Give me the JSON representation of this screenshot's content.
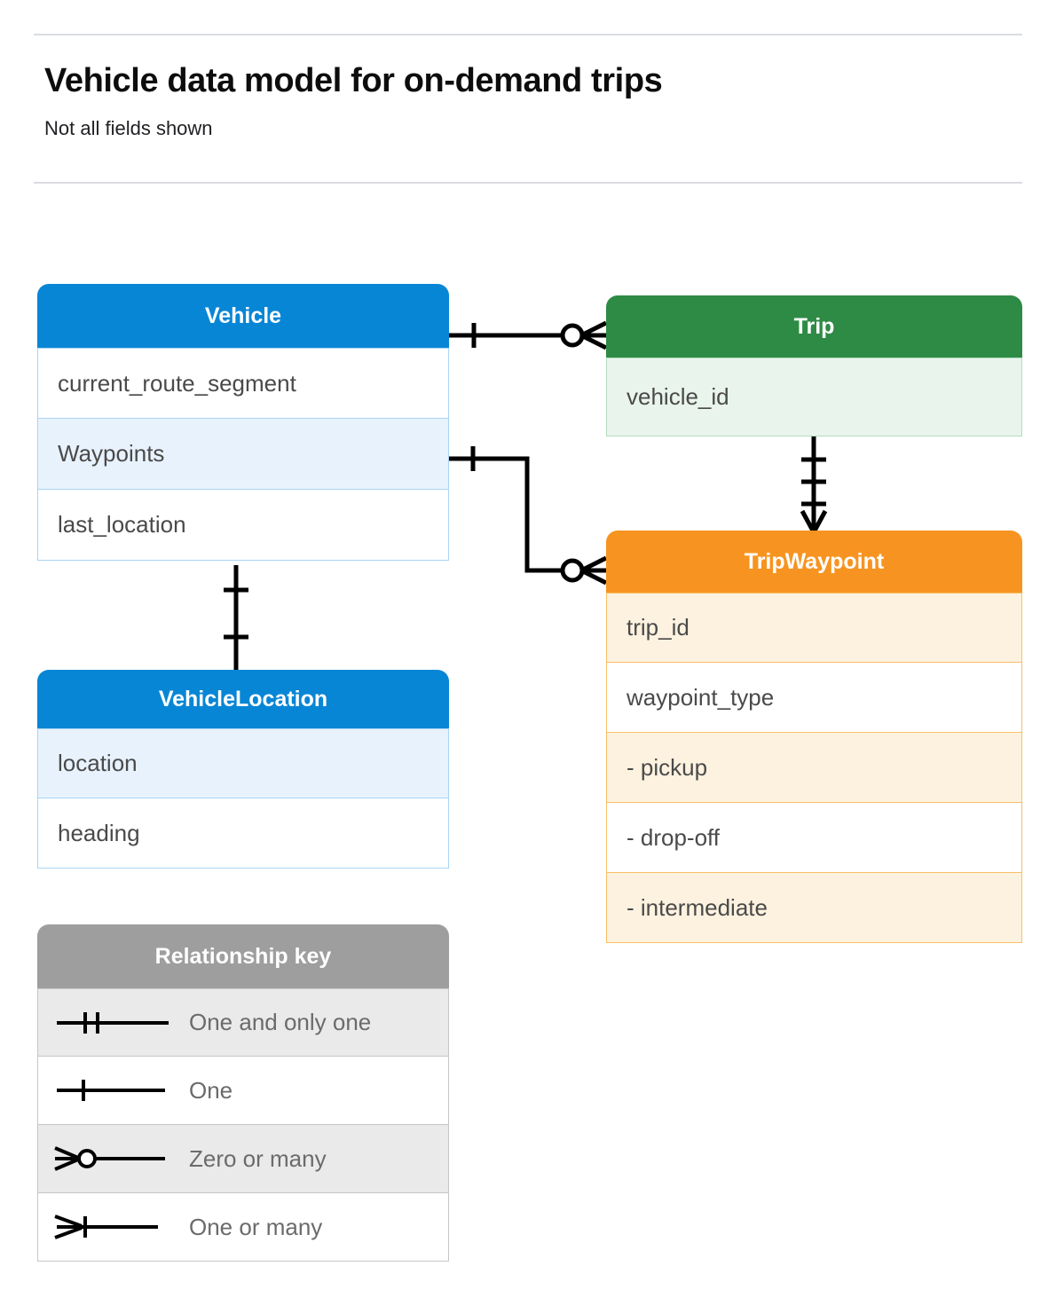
{
  "header": {
    "title": "Vehicle data model for on-demand trips",
    "subtitle": "Not all fields shown"
  },
  "colors": {
    "blue": "#0886d6",
    "green": "#2e8b45",
    "orange": "#f79421",
    "grey": "#9e9e9e",
    "line": "#000000",
    "rule": "#dadce0"
  },
  "entities": {
    "vehicle": {
      "name": "Vehicle",
      "fields": [
        "current_route_segment",
        "Waypoints",
        "last_location"
      ]
    },
    "vehicle_location": {
      "name": "VehicleLocation",
      "fields": [
        "location",
        "heading"
      ]
    },
    "trip": {
      "name": "Trip",
      "fields": [
        "vehicle_id"
      ]
    },
    "trip_waypoint": {
      "name": "TripWaypoint",
      "fields": [
        "trip_id",
        "waypoint_type",
        "-  pickup",
        "-  drop-off",
        "-  intermediate"
      ]
    }
  },
  "legend": {
    "title": "Relationship key",
    "items": [
      {
        "symbol": "one-and-only-one",
        "label": "One and only one"
      },
      {
        "symbol": "one",
        "label": "One"
      },
      {
        "symbol": "zero-or-many",
        "label": "Zero or many"
      },
      {
        "symbol": "one-or-many",
        "label": "One or many"
      }
    ]
  },
  "relationships": [
    {
      "from": "Vehicle",
      "to": "Trip",
      "from_cardinality": "one",
      "to_cardinality": "zero-or-many"
    },
    {
      "from": "Vehicle.Waypoints",
      "to": "TripWaypoint",
      "from_cardinality": "one",
      "to_cardinality": "zero-or-many"
    },
    {
      "from": "Trip",
      "to": "TripWaypoint",
      "from_cardinality": "one-and-only-one",
      "to_cardinality": "one-or-many"
    },
    {
      "from": "Vehicle",
      "to": "VehicleLocation",
      "from_cardinality": "one",
      "to_cardinality": "one"
    }
  ]
}
